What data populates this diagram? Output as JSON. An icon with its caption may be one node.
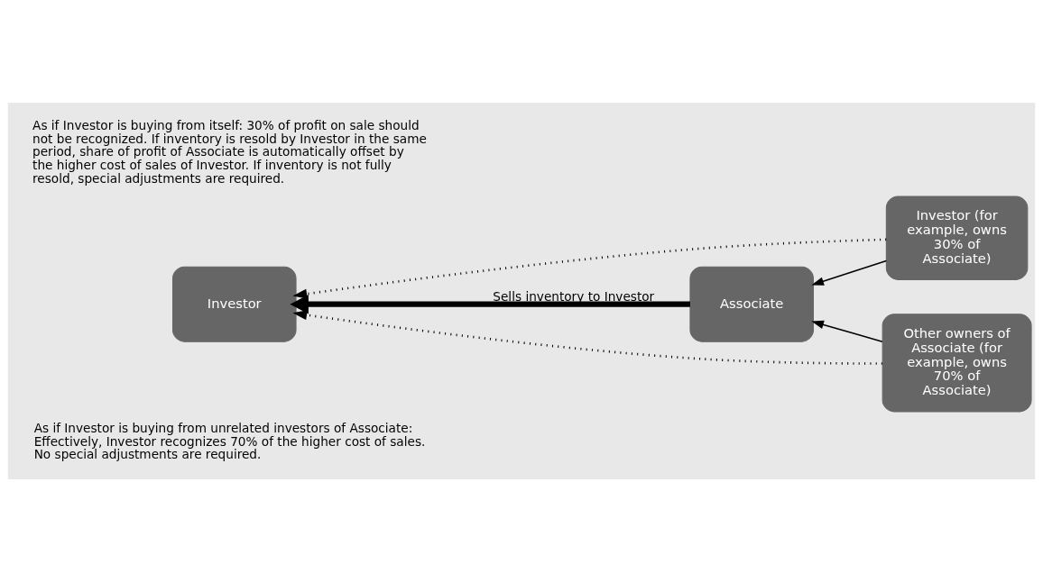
{
  "diagram": {
    "nodes": [
      {
        "text": [
          "Investor"
        ]
      },
      {
        "text": [
          "Associate"
        ]
      },
      {
        "text": [
          "Investor (for example, owns 30% of Associate)"
        ]
      },
      {
        "text": [
          "Other owners of Associate (for example, owns 70% of Associate)"
        ]
      }
    ],
    "edges": [
      {
        "from": 2,
        "to": 0,
        "arrow": "to",
        "style": "dashed"
      },
      {
        "from": 2,
        "to": 1,
        "arrow": "to"
      },
      {
        "from": 1,
        "to": 0,
        "arrow": "to",
        "label": "Sells inventory to Investor",
        "style": "thick"
      },
      {
        "from": 3,
        "to": 1,
        "arrow": "to"
      },
      {
        "from": 3,
        "to": 0,
        "arrow": "to",
        "style": "dashed"
      }
    ],
    "labels": [
      "As if Investor is buying from itself: 30% of profit on sale should not be recognized. If inventory is resold by Investor in the same period, share of profit of Associate is automatically offset by the higher cost of sales of Investor. If inventory is not fully resold, special adjustments are required.",
      "As if Investor is buying from unrelated investors of Associate: Effectively, Investor recognizes 70% of the higher cost of sales. No special adjustments are required."
    ]
  }
}
